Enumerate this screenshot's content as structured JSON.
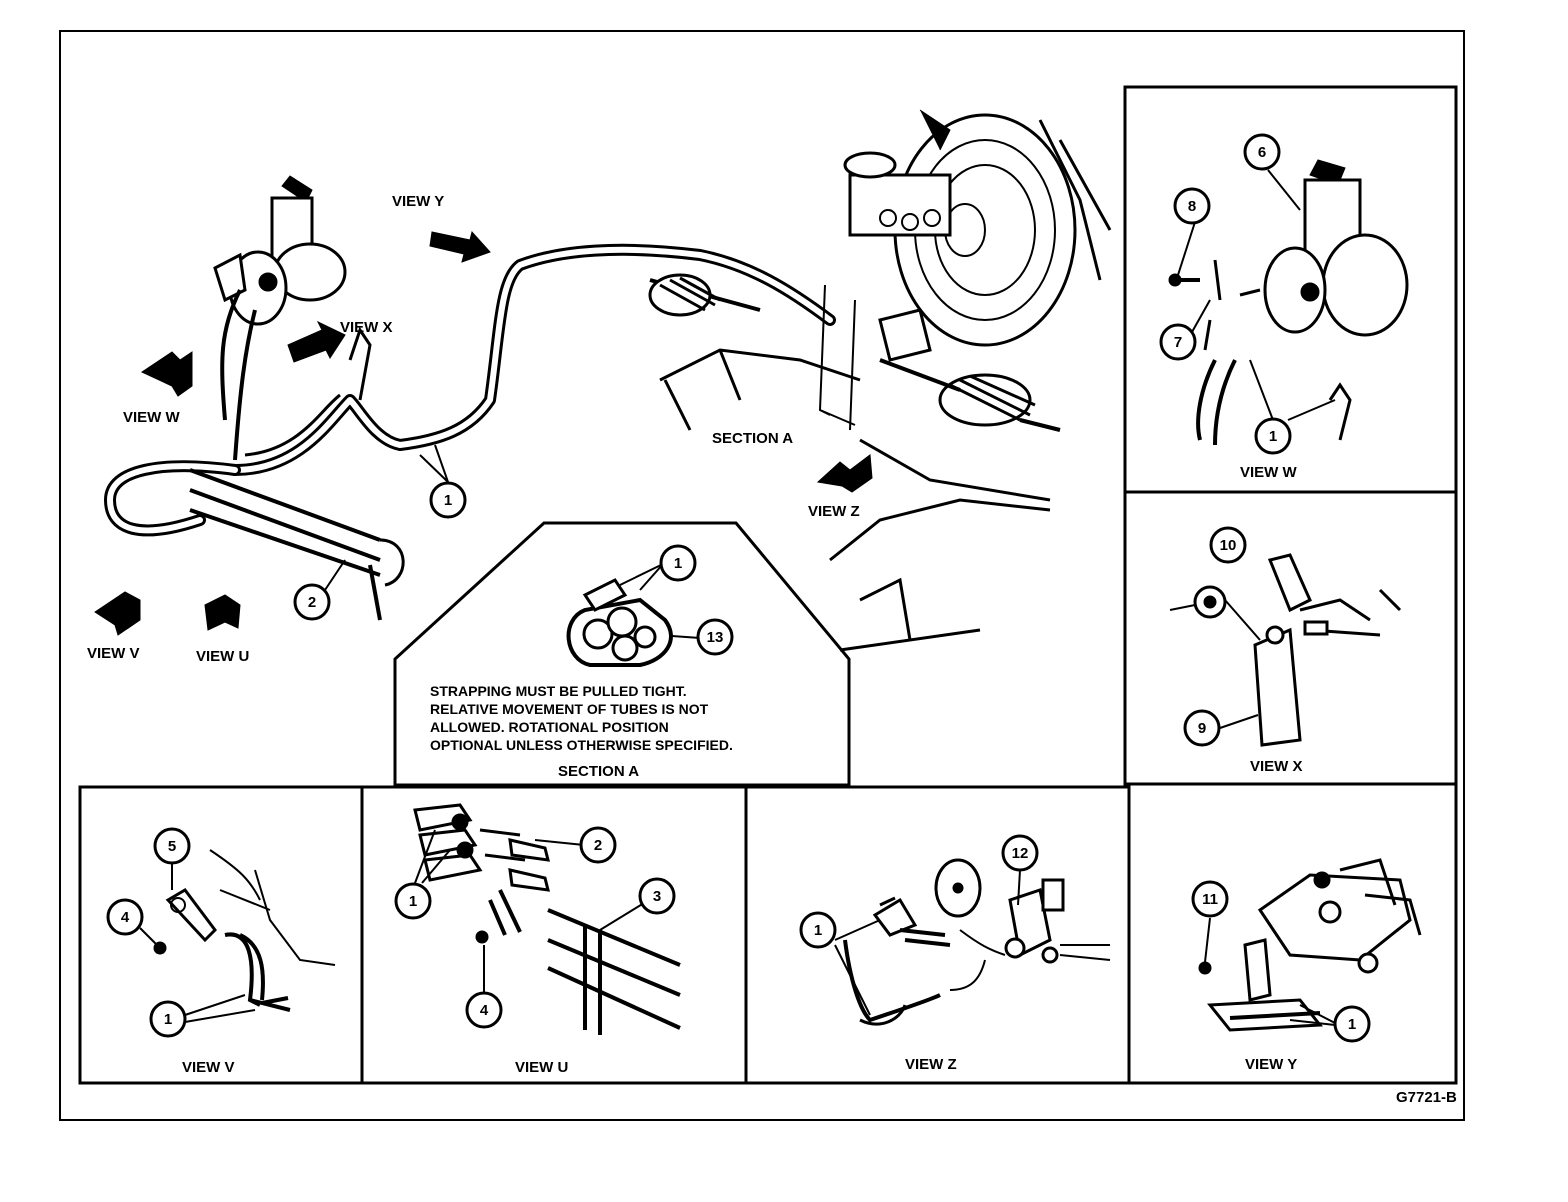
{
  "figure_code": "G7721-B",
  "view_labels": {
    "y": "VIEW Y",
    "x": "VIEW X",
    "w": "VIEW W",
    "v": "VIEW V",
    "u": "VIEW U",
    "z": "VIEW Z",
    "section_a": "SECTION A"
  },
  "section_a_note": [
    "STRAPPING MUST BE PULLED TIGHT.",
    "RELATIVE MOVEMENT OF TUBES IS NOT",
    "ALLOWED. ROTATIONAL POSITION",
    "OPTIONAL UNLESS OTHERWISE SPECIFIED."
  ],
  "callouts": {
    "main_1": "1",
    "main_2": "2",
    "sec_1": "1",
    "sec_13": "13",
    "w_6": "6",
    "w_8": "8",
    "w_7": "7",
    "w_1": "1",
    "x_10": "10",
    "x_9": "9",
    "v_5": "5",
    "v_4": "4",
    "v_1": "1",
    "u_2": "2",
    "u_1": "1",
    "u_3": "3",
    "u_4": "4",
    "z_12": "12",
    "z_1": "1",
    "y_11": "11",
    "y_1": "1"
  }
}
